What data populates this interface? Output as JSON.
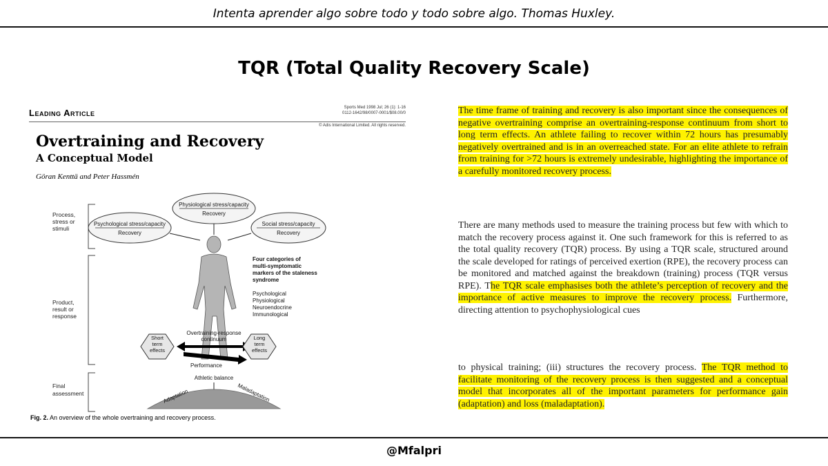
{
  "header": {
    "quote": "Intenta aprender algo sobre todo y todo sobre algo. Thomas Huxley.",
    "title": "TQR (Total Quality Recovery Scale)"
  },
  "footer": {
    "handle": "@Mfalpri"
  },
  "article": {
    "section": "Leading Article",
    "journal_line1": "Sports Med 1998 Jul; 26 (1): 1-16",
    "journal_line2": "0112-1642/98/0007-0001/$08.00/0",
    "copyright": "© Adis International Limited. All rights reserved.",
    "title": "Overtraining and Recovery",
    "subtitle": "A Conceptual Model",
    "authors": "Göran Kenttä and Peter Hassmén",
    "figure": {
      "side_labels": {
        "process_1": "Process,",
        "process_2": "stress or",
        "process_3": "stimuli",
        "product_1": "Product,",
        "product_2": "result or",
        "product_3": "response",
        "final_1": "Final",
        "final_2": "assessment"
      },
      "physio_stress": "Physiological stress/capacity",
      "physio_recovery": "Recovery",
      "psych_stress": "Psychological stress/capacity",
      "psych_recovery": "Recovery",
      "social_stress": "Social stress/capacity",
      "social_recovery": "Recovery",
      "categories_1": "Four categories of",
      "categories_2": "multi-symptomatic",
      "categories_3": "markers of the staleness",
      "categories_4": "syndrome",
      "marker_1": "Psychological",
      "marker_2": "Physiological",
      "marker_3": "Neuroendocrine",
      "marker_4": "Immunological",
      "continuum_1": "Overtraining-response",
      "continuum_2": "continuum",
      "short_1": "Short",
      "short_2": "term",
      "short_3": "effects",
      "long_1": "Long",
      "long_2": "term",
      "long_3": "effects",
      "performance": "Performance",
      "balance": "Athletic balance",
      "adaptation": "Adaptation",
      "maladaptation": "Maladaptation"
    },
    "caption_bold": "Fig. 2.",
    "caption": " An overview of the whole overtraining and recovery process."
  },
  "excerpts": {
    "p1": "The time frame of training and recovery is also important since the consequences of negative overtraining comprise an overtraining-response continuum from short to long term effects. An athlete failing to recover within 72 hours has presumably negatively overtrained and is in an overreached state. For an elite athlete to refrain from training for >72 hours is extremely undesirable, highlighting the importance of a carefully monitored recovery process.",
    "p2_plain": "There are many methods used to measure the training process but few with which to match the recovery process against it. One such framework for this is referred to as the total quality recovery (TQR) process. By using a TQR scale, structured around the scale developed for ratings of perceived exertion (RPE), the recovery process can be monitored and matched against the breakdown (training) process (TQR versus RPE). T",
    "p2_hl": "he TQR scale emphasises both the athlete’s perception of recovery and the importance of active measures to improve the recovery process.",
    "p2_tail": " Furthermore, directing attention to psychophysiological cues",
    "p3_plain": "to physical training; (iii) structures the recovery process. ",
    "p3_hl": "The TQR method to facilitate monitoring of the recovery process is then suggested and a conceptual model that incorporates all of the important parameters for performance gain (adaptation) and loss (maladaptation)."
  }
}
